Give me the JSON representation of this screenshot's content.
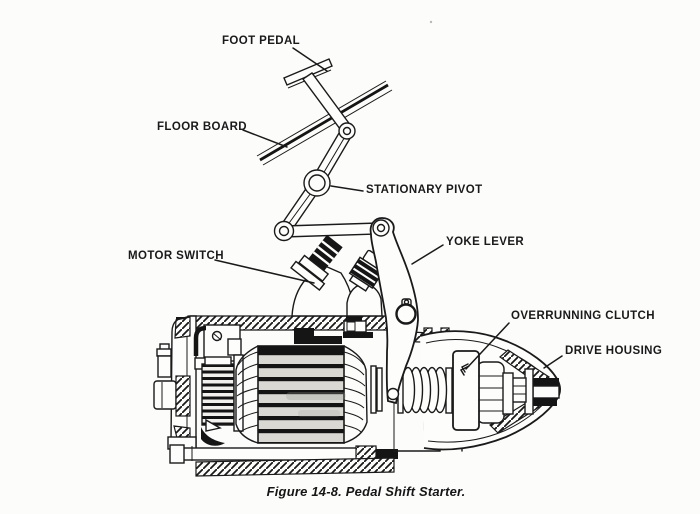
{
  "figure": {
    "caption": "Figure 14-8. Pedal Shift Starter.",
    "labels": [
      {
        "id": "foot-pedal",
        "text": "FOOT PEDAL"
      },
      {
        "id": "floor-board",
        "text": "FLOOR BOARD"
      },
      {
        "id": "stationary-pivot",
        "text": "STATIONARY PIVOT"
      },
      {
        "id": "motor-switch",
        "text": "MOTOR SWITCH"
      },
      {
        "id": "yoke-lever",
        "text": "YOKE LEVER"
      },
      {
        "id": "overrunning-clutch",
        "text": "OVERRUNNING CLUTCH"
      },
      {
        "id": "drive-housing",
        "text": "DRIVE HOUSING"
      }
    ],
    "colors": {
      "ink": "#1a1a1a",
      "paper": "#fcfcfb"
    }
  }
}
